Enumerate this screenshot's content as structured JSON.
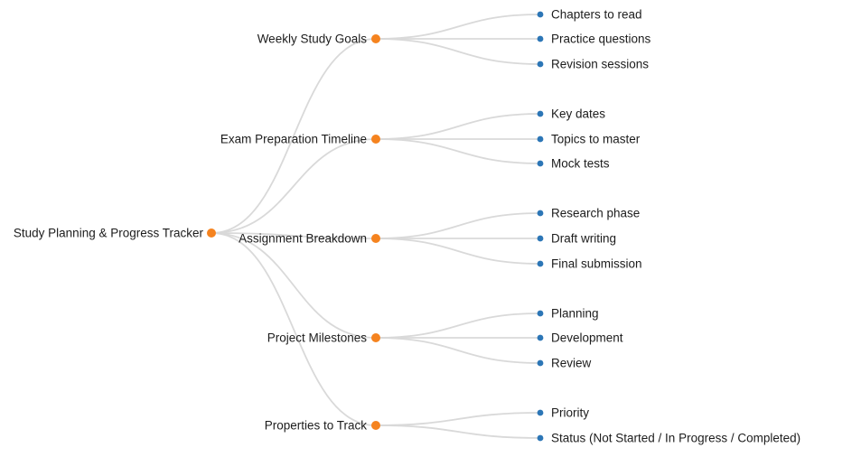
{
  "mindmap": {
    "root": {
      "label": "Study Planning & Progress Tracker"
    },
    "branches": [
      {
        "label": "Weekly Study Goals",
        "children": [
          "Chapters to read",
          "Practice questions",
          "Revision sessions"
        ]
      },
      {
        "label": "Exam Preparation Timeline",
        "children": [
          "Key dates",
          "Topics to master",
          "Mock tests"
        ]
      },
      {
        "label": "Assignment Breakdown",
        "children": [
          "Research phase",
          "Draft writing",
          "Final submission"
        ]
      },
      {
        "label": "Project Milestones",
        "children": [
          "Planning",
          "Development",
          "Review"
        ]
      },
      {
        "label": "Properties to Track",
        "children": [
          "Priority",
          "Status (Not Started / In Progress / Completed)"
        ]
      }
    ],
    "colors": {
      "branch_dot": "#f5831f",
      "leaf_dot": "#2c76b6",
      "link": "#d9d9d9",
      "text": "#1c1c1c",
      "background": "#ffffff"
    }
  }
}
